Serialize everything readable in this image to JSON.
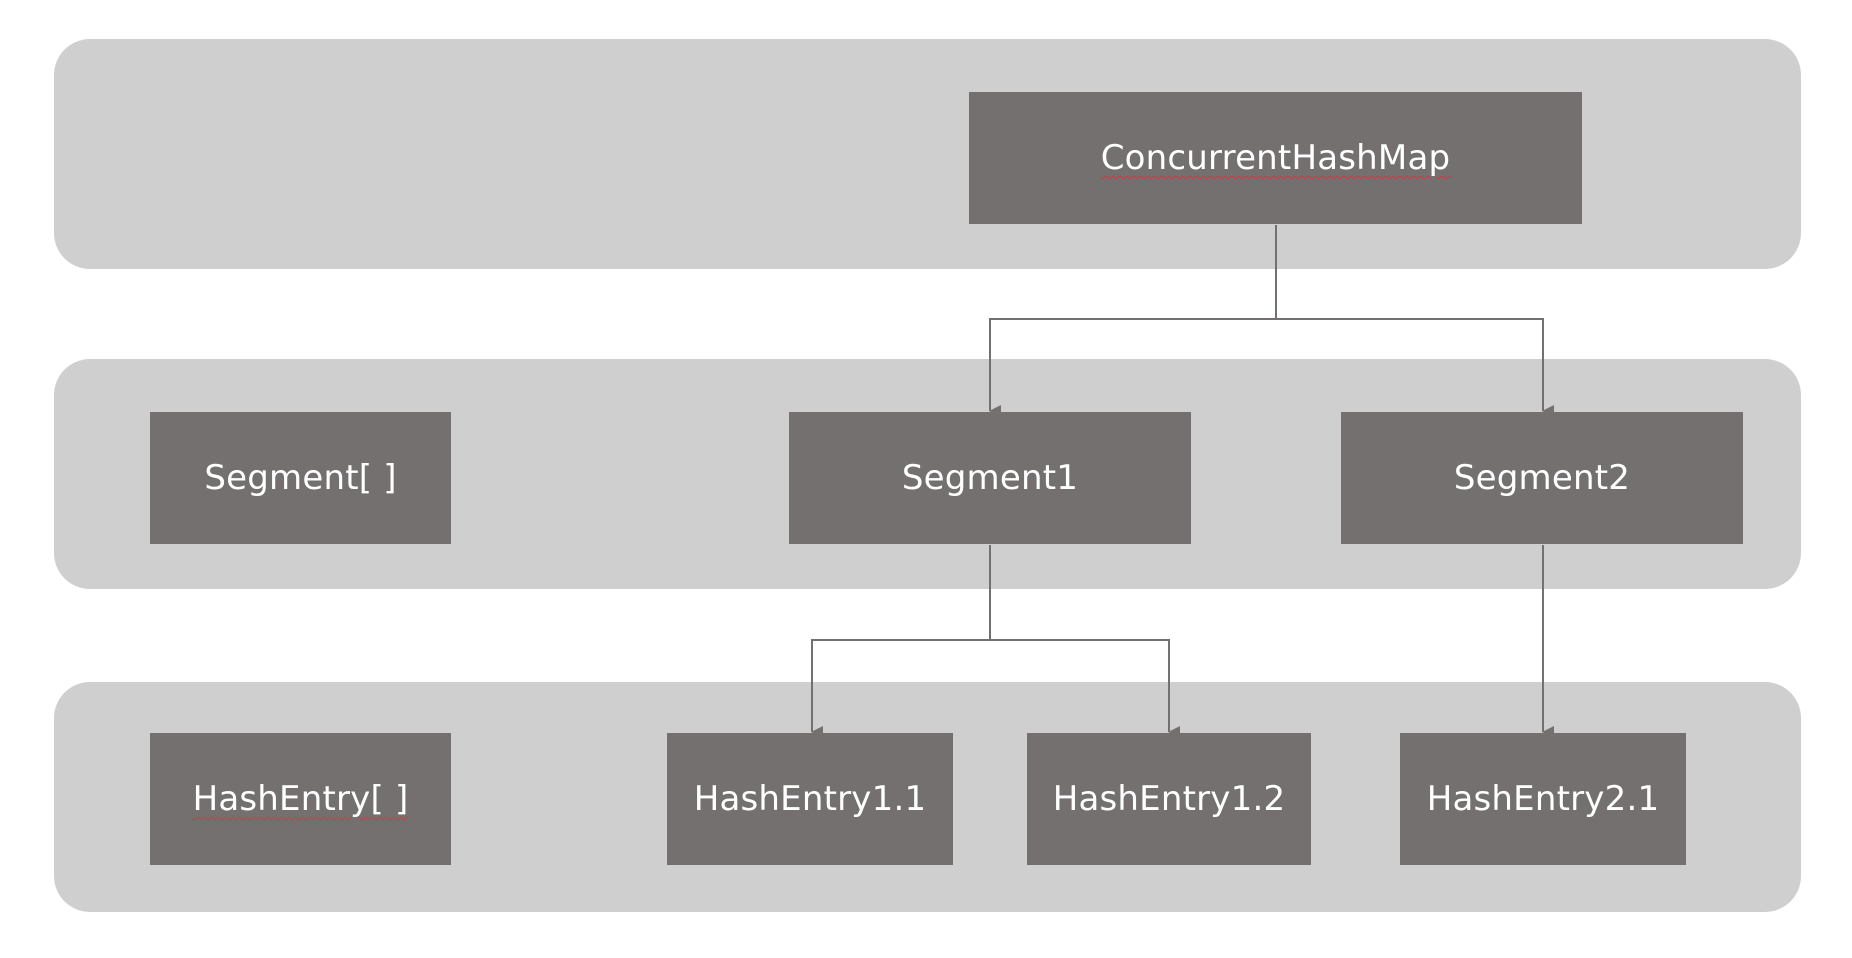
{
  "colors": {
    "band": "#d0cfcf",
    "node": "#747070",
    "node_text": "#ffffff",
    "connector": "#747070",
    "spellcheck": "#d9363e"
  },
  "nodes": {
    "concurrent_hash_map": "ConcurrentHashMap",
    "segment_array": "Segment[ ]",
    "segment1": "Segment1",
    "segment2": "Segment2",
    "hash_entry_array": "HashEntry[ ]",
    "hash_entry_1_1": "HashEntry1.1",
    "hash_entry_1_2": "HashEntry1.2",
    "hash_entry_2_1": "HashEntry2.1"
  },
  "edges": [
    {
      "from": "concurrent_hash_map",
      "to": "segment1"
    },
    {
      "from": "concurrent_hash_map",
      "to": "segment2"
    },
    {
      "from": "segment1",
      "to": "hash_entry_1_1"
    },
    {
      "from": "segment1",
      "to": "hash_entry_1_2"
    },
    {
      "from": "segment2",
      "to": "hash_entry_2_1"
    }
  ]
}
